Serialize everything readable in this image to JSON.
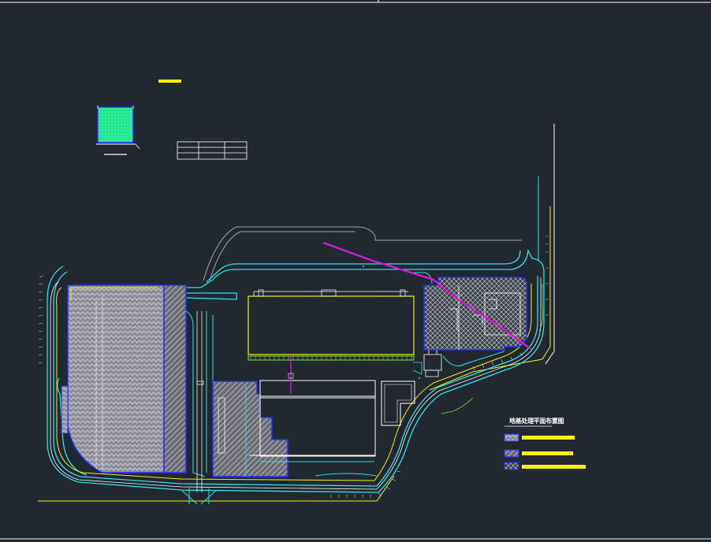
{
  "colors": {
    "background": "#212830",
    "boundary": "#2fe0e6",
    "yellow": "#f5f010",
    "white": "#ffffff",
    "blue": "#2030ff",
    "magenta": "#d01ad8",
    "green_fill": "#1ee890",
    "gray_fill": "#9a9aa4",
    "light_green": "#7adf50",
    "gray_line": "#9aa0a8"
  },
  "legend": {
    "title": "地基处理平面布置图",
    "items": [
      {
        "pattern": "gray-hatch"
      },
      {
        "pattern": "diagonal-hatch"
      },
      {
        "pattern": "cross-hatch"
      }
    ]
  }
}
